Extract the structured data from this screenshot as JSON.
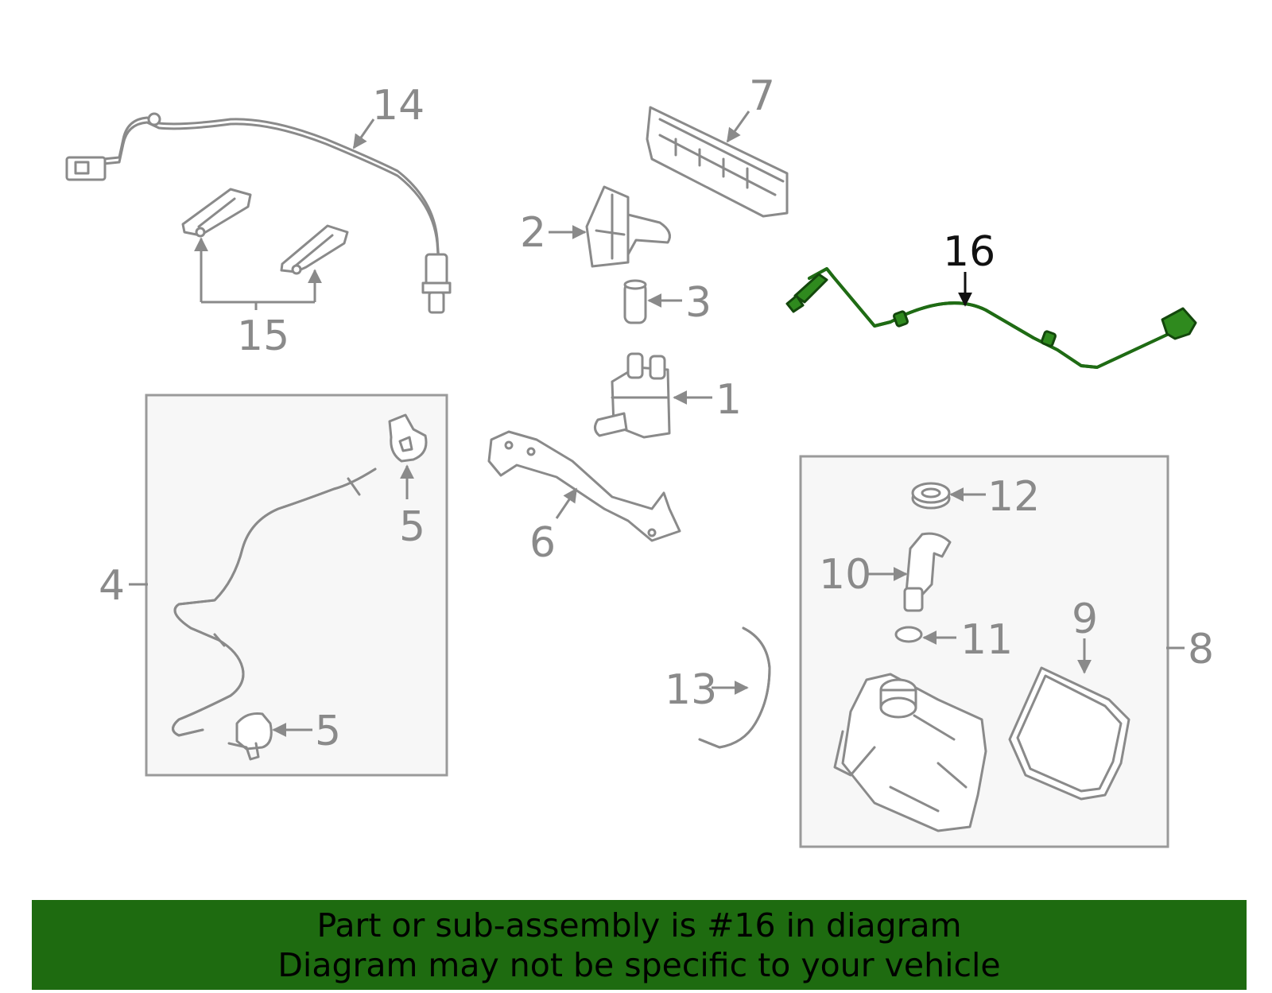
{
  "callouts": {
    "c1": "1",
    "c2": "2",
    "c3": "3",
    "c4": "4",
    "c5a": "5",
    "c5b": "5",
    "c6": "6",
    "c7": "7",
    "c8": "8",
    "c9": "9",
    "c10": "10",
    "c11": "11",
    "c12": "12",
    "c13": "13",
    "c14": "14",
    "c15": "15",
    "c16": "16"
  },
  "highlighted_part": "16",
  "colors": {
    "highlight": "#2f8a1e",
    "part_outline": "#8a8a8a",
    "banner_background": "#1e6b10",
    "banner_text": "#000000"
  },
  "banner": {
    "line1": "Part or sub-assembly is #16 in diagram",
    "line2": "Diagram may not be specific to your vehicle"
  }
}
